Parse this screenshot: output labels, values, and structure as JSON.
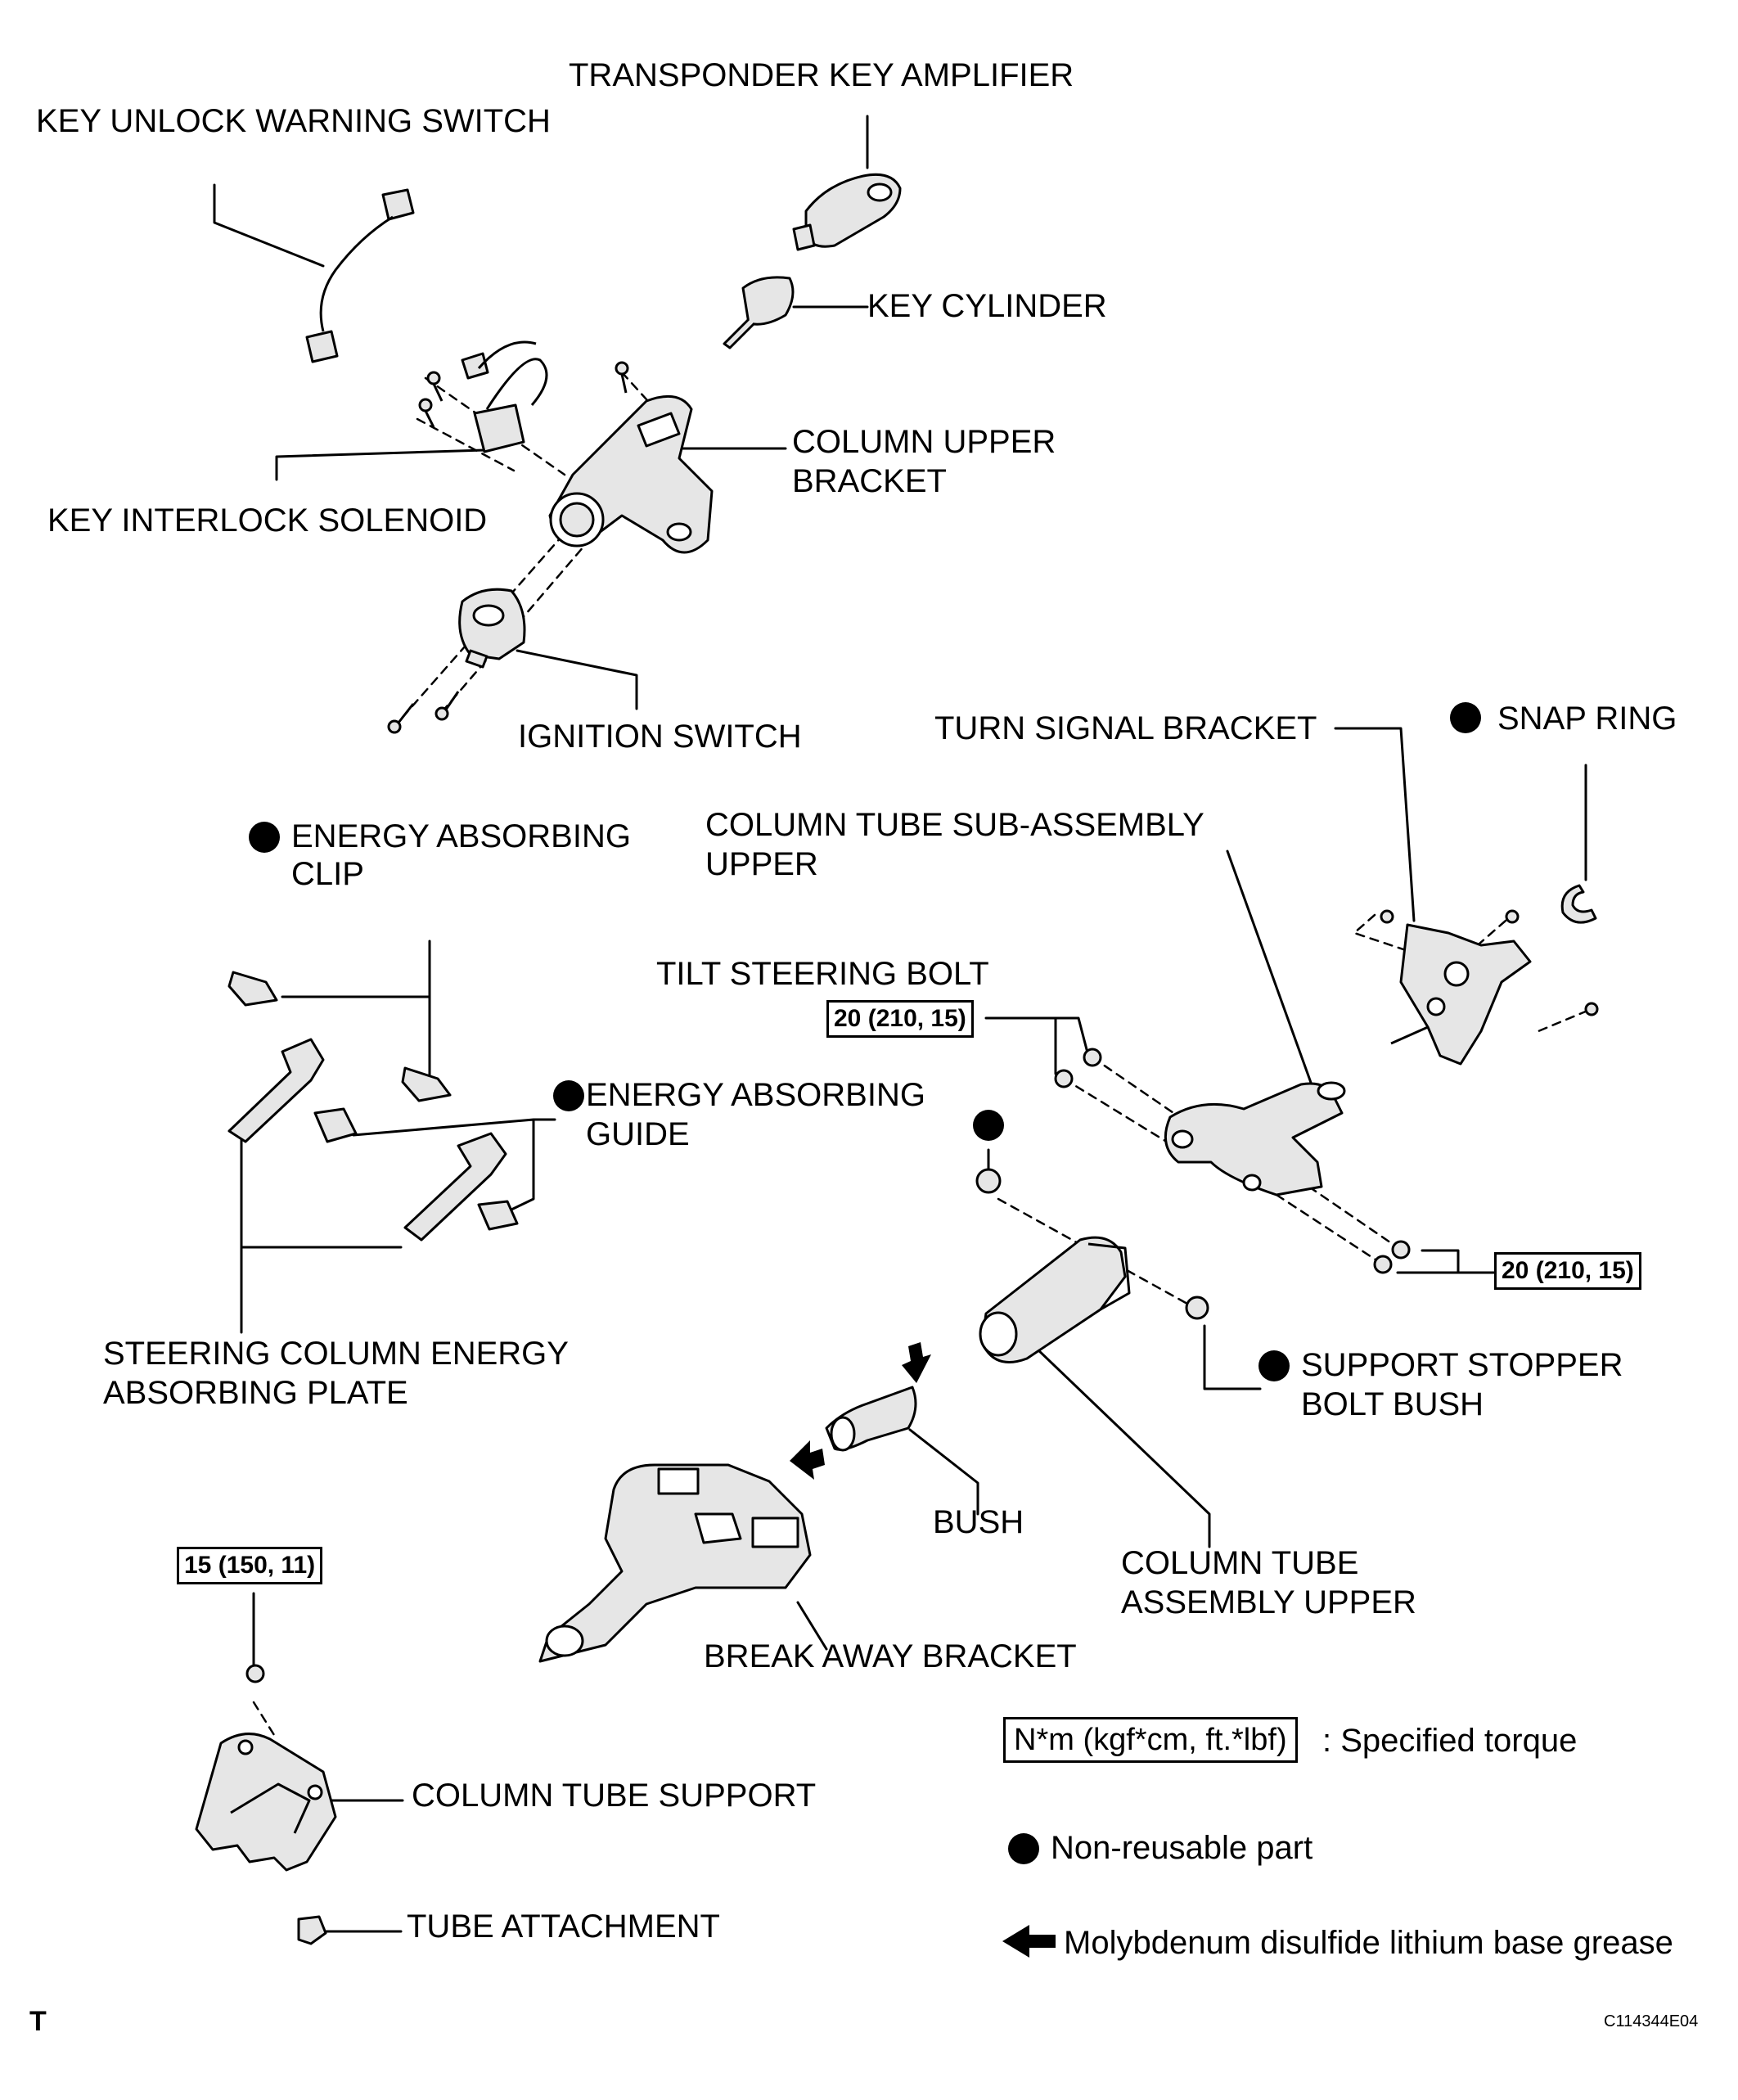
{
  "labels": {
    "transponder": "TRANSPONDER KEY AMPLIFIER",
    "key_unlock": "KEY UNLOCK WARNING SWITCH",
    "key_cylinder": "KEY CYLINDER",
    "column_upper_bracket_1": "COLUMN UPPER",
    "column_upper_bracket_2": "BRACKET",
    "key_interlock": "KEY INTERLOCK SOLENOID",
    "ignition_switch": "IGNITION SWITCH",
    "turn_signal_bracket": "TURN SIGNAL BRACKET",
    "snap_ring": "SNAP RING",
    "energy_clip_1": "ENERGY ABSORBING",
    "energy_clip_2": "CLIP",
    "column_tube_sub_1": "COLUMN TUBE SUB-ASSEMBLY",
    "column_tube_sub_2": "UPPER",
    "tilt_bolt": "TILT STEERING BOLT",
    "energy_guide_1": "ENERGY ABSORBING",
    "energy_guide_2": "GUIDE",
    "energy_plate_1": "STEERING COLUMN ENERGY",
    "energy_plate_2": "ABSORBING PLATE",
    "support_stopper_1": "SUPPORT STOPPER",
    "support_stopper_2": "BOLT BUSH",
    "bush": "BUSH",
    "column_tube_asm_1": "COLUMN TUBE",
    "column_tube_asm_2": "ASSEMBLY UPPER",
    "break_away": "BREAK AWAY BRACKET",
    "column_tube_support": "COLUMN TUBE SUPPORT",
    "tube_attachment": "TUBE ATTACHMENT"
  },
  "torques": {
    "tilt_bolt": "20 (210, 15)",
    "lower_bolts": "20 (210, 15)",
    "support_bolt": "15 (150, 11)"
  },
  "legend": {
    "torque_unit": "N*m (kgf*cm, ft.*lbf)",
    "torque_desc": ": Specified torque",
    "non_reusable": "Non-reusable part",
    "grease": "Molybdenum disulfide lithium base grease"
  },
  "footer": {
    "corner_letter": "T",
    "figure_code": "C114344E04"
  },
  "colors": {
    "ink": "#000000",
    "paper": "#ffffff",
    "part_fill": "#e6e6e6"
  }
}
